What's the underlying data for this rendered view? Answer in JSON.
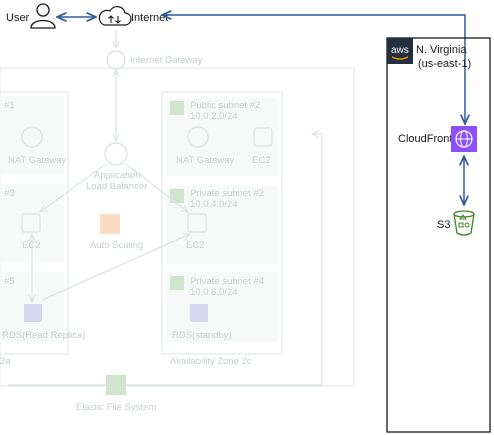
{
  "top": {
    "user_label": "User",
    "internet_label": "Internet"
  },
  "region": {
    "provider_badge": "aws",
    "name_line1": "N. Virginia",
    "name_line2": "(us-east-1)"
  },
  "services": {
    "cloudfront_label": "CloudFront",
    "s3_label": "S3"
  },
  "background": {
    "internet_gateway": "Internet Gateway",
    "nat_gateway_a": "NAT Gateway",
    "nat_gateway_b": "NAT Gateway",
    "ec2_b_top": "EC2",
    "alb_line1": "Application",
    "alb_line2": "Load Balancer",
    "ec2_a": "EC2",
    "auto_scaling": "Auto Scaling",
    "ec2_b": "EC2",
    "rds_a": "RDS(Read Replica)",
    "rds_b": "RDS(standby)",
    "availability_zone_b": "Availability Zone 2c",
    "efs": "Elastic File System",
    "subnet_b1_line1": "Public subnet #2",
    "subnet_b1_line2": "10.0.2.0/24",
    "subnet_b2_line1": "Private subnet #2",
    "subnet_b2_line2": "10.0.4.0/24",
    "subnet_b3_line1": "Private subnet #4",
    "subnet_b3_line2": "10.0.6.0/24",
    "subnet_a1": "#1",
    "subnet_a2": "#3",
    "subnet_a3": "#5",
    "az_a_suffix": "2a"
  },
  "colors": {
    "arrow": "#2f5d96",
    "cloudfront": "#8c4fff",
    "s3": "#3f8624",
    "faded_orange": "#f8dcc3",
    "faded_green": "#cfe5cc",
    "faded_purple": "#d9d6f0"
  }
}
